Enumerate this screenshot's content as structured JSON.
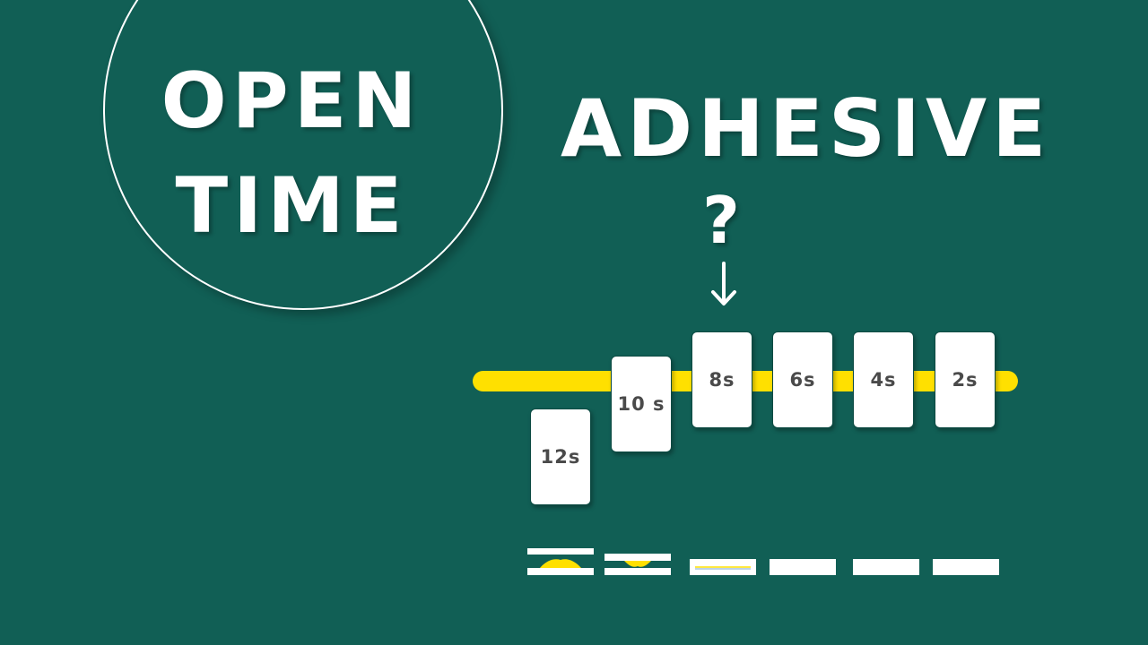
{
  "title_circle": {
    "line1": "OPEN",
    "line2": "TIME"
  },
  "heading": "ADHESIVE",
  "question_mark": "?",
  "timeline": {
    "cards": [
      {
        "label": "12s"
      },
      {
        "label": "10 s"
      },
      {
        "label": "8s"
      },
      {
        "label": "6s"
      },
      {
        "label": "4s"
      },
      {
        "label": "2s"
      }
    ]
  },
  "colors": {
    "background": "#115f55",
    "bar": "#ffe000",
    "card": "#ffffff",
    "card_text": "#4a4a4a",
    "text": "#ffffff"
  }
}
